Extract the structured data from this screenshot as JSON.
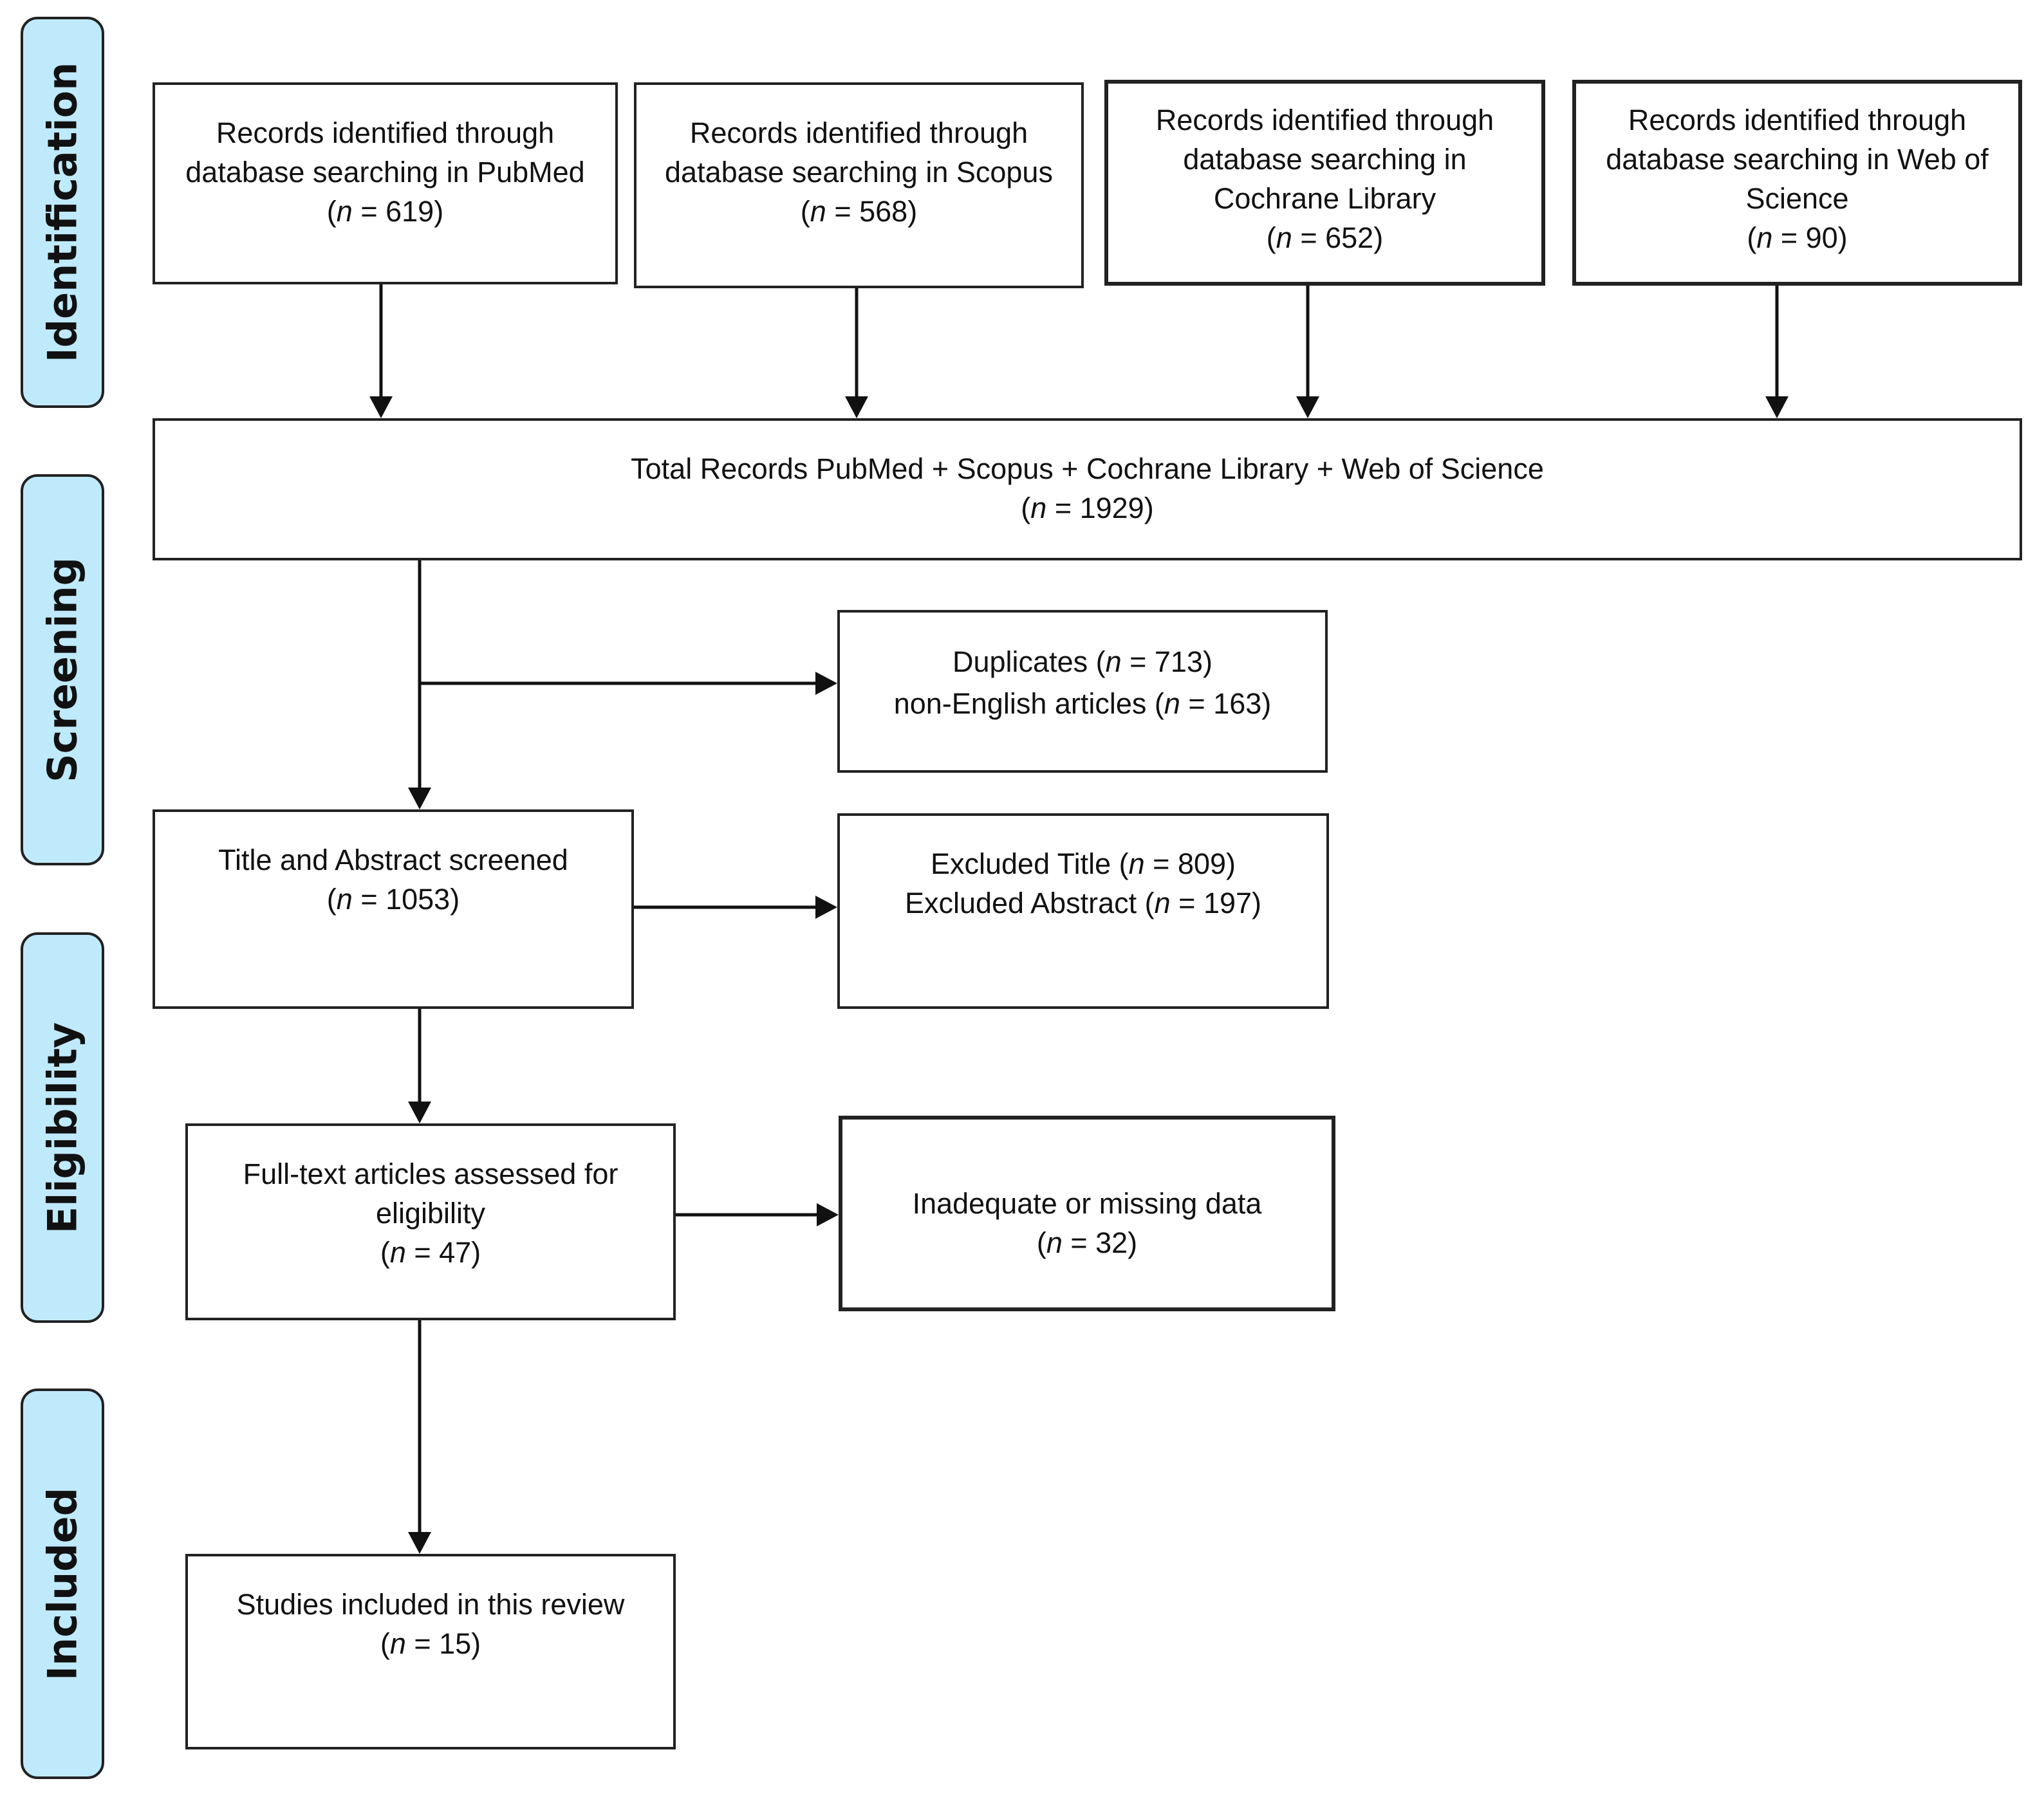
{
  "stages": [
    {
      "id": "identification",
      "label": "Identification"
    },
    {
      "id": "screening",
      "label": "Screening"
    },
    {
      "id": "eligibility",
      "label": "Eligibility"
    },
    {
      "id": "included",
      "label": "Included"
    }
  ],
  "colors": {
    "stage_fill": "#bfeafc",
    "stroke": "#222222"
  },
  "boxes": [
    {
      "id": "pubmed",
      "lines": [
        [
          {
            "t": "Records identified through"
          }
        ],
        [
          {
            "t": "database searching in PubMed"
          }
        ],
        [
          {
            "t": "("
          },
          {
            "t": "n",
            "i": true
          },
          {
            "t": " = 619)"
          }
        ]
      ]
    },
    {
      "id": "scopus",
      "lines": [
        [
          {
            "t": "Records identified through"
          }
        ],
        [
          {
            "t": "database searching in Scopus"
          }
        ],
        [
          {
            "t": "("
          },
          {
            "t": "n",
            "i": true
          },
          {
            "t": " = 568)"
          }
        ]
      ]
    },
    {
      "id": "cochrane",
      "lines": [
        [
          {
            "t": "Records identified through"
          }
        ],
        [
          {
            "t": "database searching in"
          }
        ],
        [
          {
            "t": "Cochrane Library"
          }
        ],
        [
          {
            "t": "("
          },
          {
            "t": "n",
            "i": true
          },
          {
            "t": " = 652)"
          }
        ]
      ]
    },
    {
      "id": "wos",
      "lines": [
        [
          {
            "t": "Records identified through"
          }
        ],
        [
          {
            "t": "database searching in Web of"
          }
        ],
        [
          {
            "t": "Science"
          }
        ],
        [
          {
            "t": "("
          },
          {
            "t": "n",
            "i": true
          },
          {
            "t": " = 90)"
          }
        ]
      ]
    },
    {
      "id": "total",
      "lines": [
        [
          {
            "t": "Total Records PubMed + Scopus + Cochrane Library + Web of Science"
          }
        ],
        [
          {
            "t": "("
          },
          {
            "t": "n",
            "i": true
          },
          {
            "t": " = 1929)"
          }
        ]
      ]
    },
    {
      "id": "duplicates",
      "lines": [
        [
          {
            "t": "Duplicates ("
          },
          {
            "t": "n",
            "i": true
          },
          {
            "t": " = 713)"
          }
        ],
        [
          {
            "t": "non-English articles ("
          },
          {
            "t": "n",
            "i": true
          },
          {
            "t": " = 163)"
          }
        ]
      ]
    },
    {
      "id": "title-abstract",
      "lines": [
        [
          {
            "t": "Title and Abstract screened"
          }
        ],
        [
          {
            "t": "("
          },
          {
            "t": "n",
            "i": true
          },
          {
            "t": " = 1053)"
          }
        ]
      ]
    },
    {
      "id": "excluded",
      "lines": [
        [
          {
            "t": "Excluded Title ("
          },
          {
            "t": "n",
            "i": true
          },
          {
            "t": " = 809)"
          }
        ],
        [
          {
            "t": "Excluded Abstract ("
          },
          {
            "t": "n",
            "i": true
          },
          {
            "t": " = 197)"
          }
        ]
      ]
    },
    {
      "id": "full-text",
      "lines": [
        [
          {
            "t": "Full-text articles assessed for"
          }
        ],
        [
          {
            "t": "eligibility"
          }
        ],
        [
          {
            "t": "("
          },
          {
            "t": "n",
            "i": true
          },
          {
            "t": " = 47)"
          }
        ]
      ]
    },
    {
      "id": "inadequate",
      "lines": [
        [
          {
            "t": "Inadequate or missing data"
          }
        ],
        [
          {
            "t": "("
          },
          {
            "t": "n",
            "i": true
          },
          {
            "t": " = 32)"
          }
        ]
      ]
    },
    {
      "id": "included-studies",
      "lines": [
        [
          {
            "t": "Studies included in this review"
          }
        ],
        [
          {
            "t": "("
          },
          {
            "t": "n",
            "i": true
          },
          {
            "t": " = 15)"
          }
        ]
      ]
    }
  ]
}
